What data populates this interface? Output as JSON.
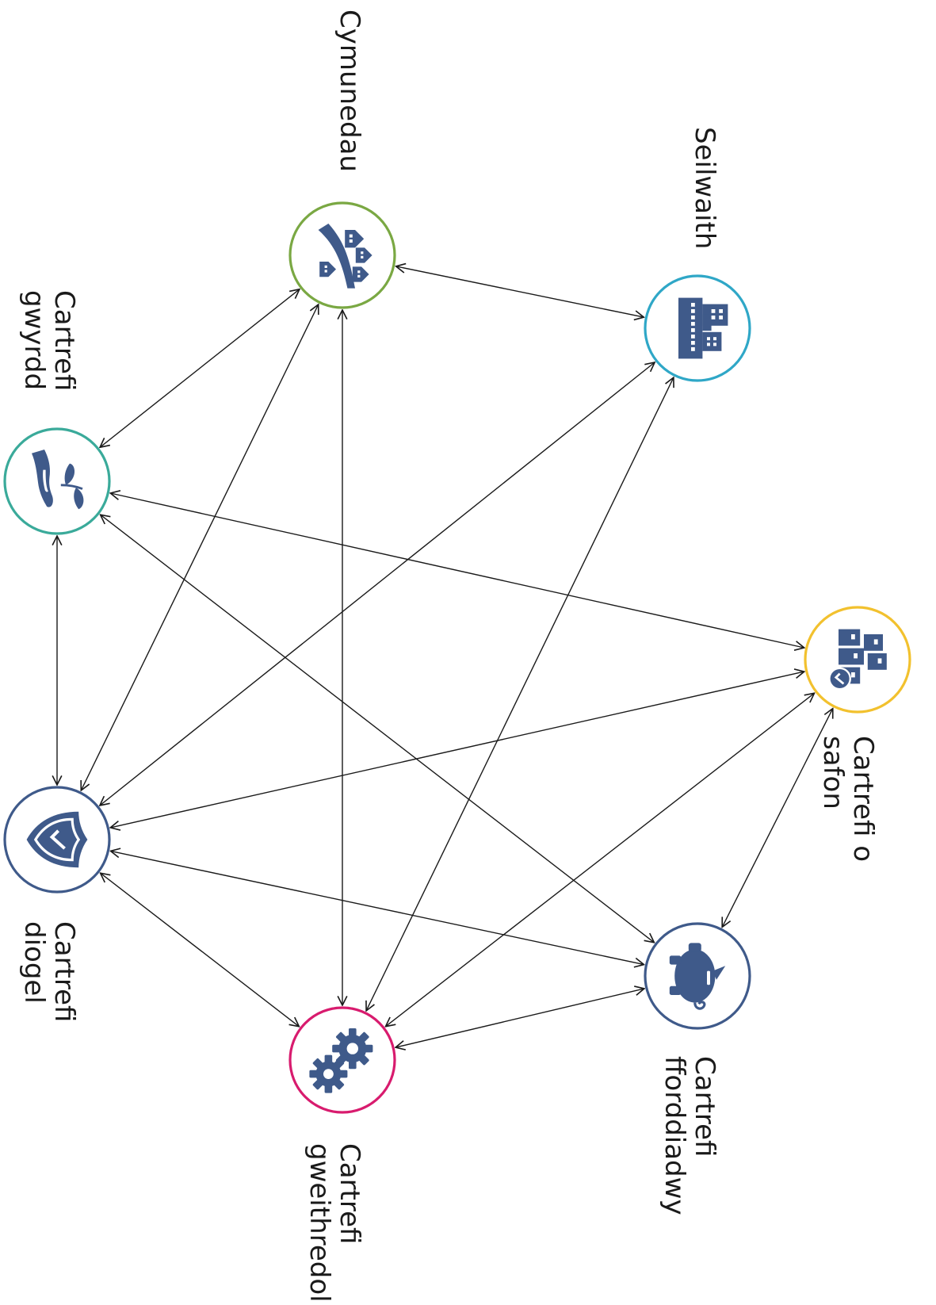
{
  "diagram": {
    "nodes": [
      {
        "id": "cymunedau",
        "label": [
          "Cymunedau"
        ],
        "color": "#7aa843",
        "icon": "houses-road-icon"
      },
      {
        "id": "seilwaith",
        "label": [
          "Seilwaith"
        ],
        "color": "#2fa7c7",
        "icon": "buildings-icon"
      },
      {
        "id": "gwyrdd",
        "label": [
          "Cartrefi",
          "gwyrdd"
        ],
        "color": "#3aaa9a",
        "icon": "hand-plant-icon"
      },
      {
        "id": "safon",
        "label": [
          "Cartrefi o",
          "safon"
        ],
        "color": "#f2c12e",
        "icon": "quality-homes-check-icon"
      },
      {
        "id": "diogel",
        "label": [
          "Cartrefi",
          "diogel"
        ],
        "color": "#3f5a8a",
        "icon": "shield-check-icon"
      },
      {
        "id": "fforddiadwy",
        "label": [
          "Cartrefi",
          "fforddiadwy"
        ],
        "color": "#3f5a8a",
        "icon": "piggy-bank-icon"
      },
      {
        "id": "gweithredol",
        "label": [
          "Cartrefi",
          "gweithredol"
        ],
        "color": "#d81b6e",
        "icon": "gears-icon"
      }
    ],
    "edges": [
      [
        "cymunedau",
        "seilwaith"
      ],
      [
        "cymunedau",
        "gwyrdd"
      ],
      [
        "cymunedau",
        "diogel"
      ],
      [
        "cymunedau",
        "gweithredol"
      ],
      [
        "seilwaith",
        "diogel"
      ],
      [
        "seilwaith",
        "gweithredol"
      ],
      [
        "gwyrdd",
        "diogel"
      ],
      [
        "gwyrdd",
        "safon"
      ],
      [
        "gwyrdd",
        "fforddiadwy"
      ],
      [
        "safon",
        "diogel"
      ],
      [
        "safon",
        "gweithredol"
      ],
      [
        "safon",
        "fforddiadwy"
      ],
      [
        "diogel",
        "fforddiadwy"
      ],
      [
        "diogel",
        "gweithredol"
      ],
      [
        "fforddiadwy",
        "gweithredol"
      ]
    ],
    "icon_color": "#3f5a8a",
    "edge_color": "#1a1a1a"
  }
}
